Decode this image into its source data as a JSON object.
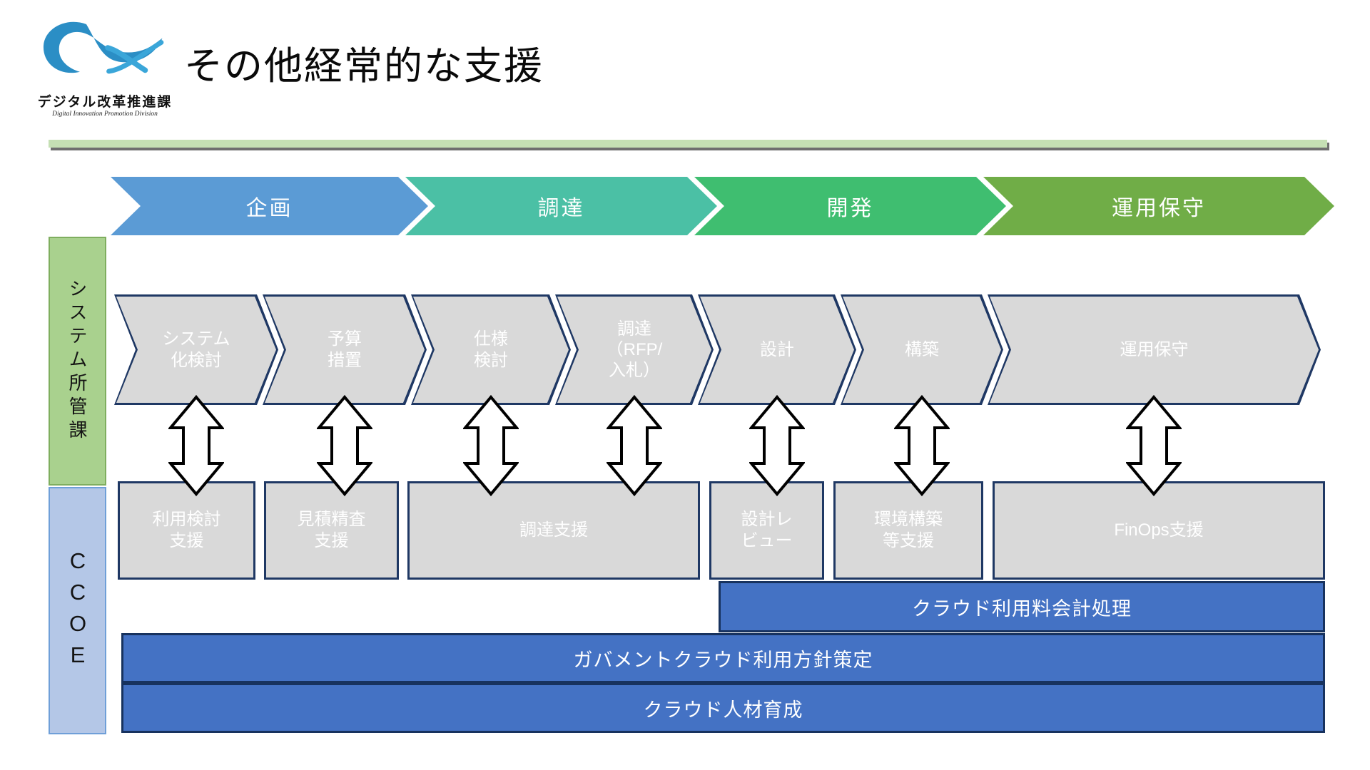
{
  "slide": {
    "logo": {
      "org_ja": "デジタル改革推進課",
      "org_en": "Digital Innovation Promotion Division"
    },
    "title": "その他経常的な支援"
  },
  "phase_bar": {
    "items": [
      {
        "label": "企画",
        "color": "#5b9bd5"
      },
      {
        "label": "調達",
        "color": "#4bc0a5"
      },
      {
        "label": "開発",
        "color": "#3fbe70"
      },
      {
        "label": "運用保守",
        "color": "#70ad47"
      }
    ]
  },
  "lanes": {
    "system_dept": {
      "label": "システム所管課",
      "fill": "#a9d18e"
    },
    "ccoe": {
      "label": "CCOE",
      "fill": "#b4c7e7"
    }
  },
  "process_steps": [
    "システム\n化検討",
    "予算\n措置",
    "仕様\n検討",
    "調達\n（RFP/\n入札）",
    "設計",
    "構築",
    "運用保守"
  ],
  "support_boxes": [
    "利用検討\n支援",
    "見積精査\n支援",
    "調達支援",
    "設計レ\nビュー",
    "環境構築\n等支援",
    "FinOps支援"
  ],
  "ccoe_bars": [
    "クラウド利用料会計処理",
    "ガバメントクラウド利用方針策定",
    "クラウド人材育成"
  ],
  "colors": {
    "step_fill": "#d9d9d9",
    "step_border": "#1f3864",
    "bar_fill": "#4472c4",
    "bar_border": "#17325e",
    "divider": "#c5e0b4",
    "logo_wave": "#2b8ec5",
    "logo_x": "#3aa6d9"
  }
}
